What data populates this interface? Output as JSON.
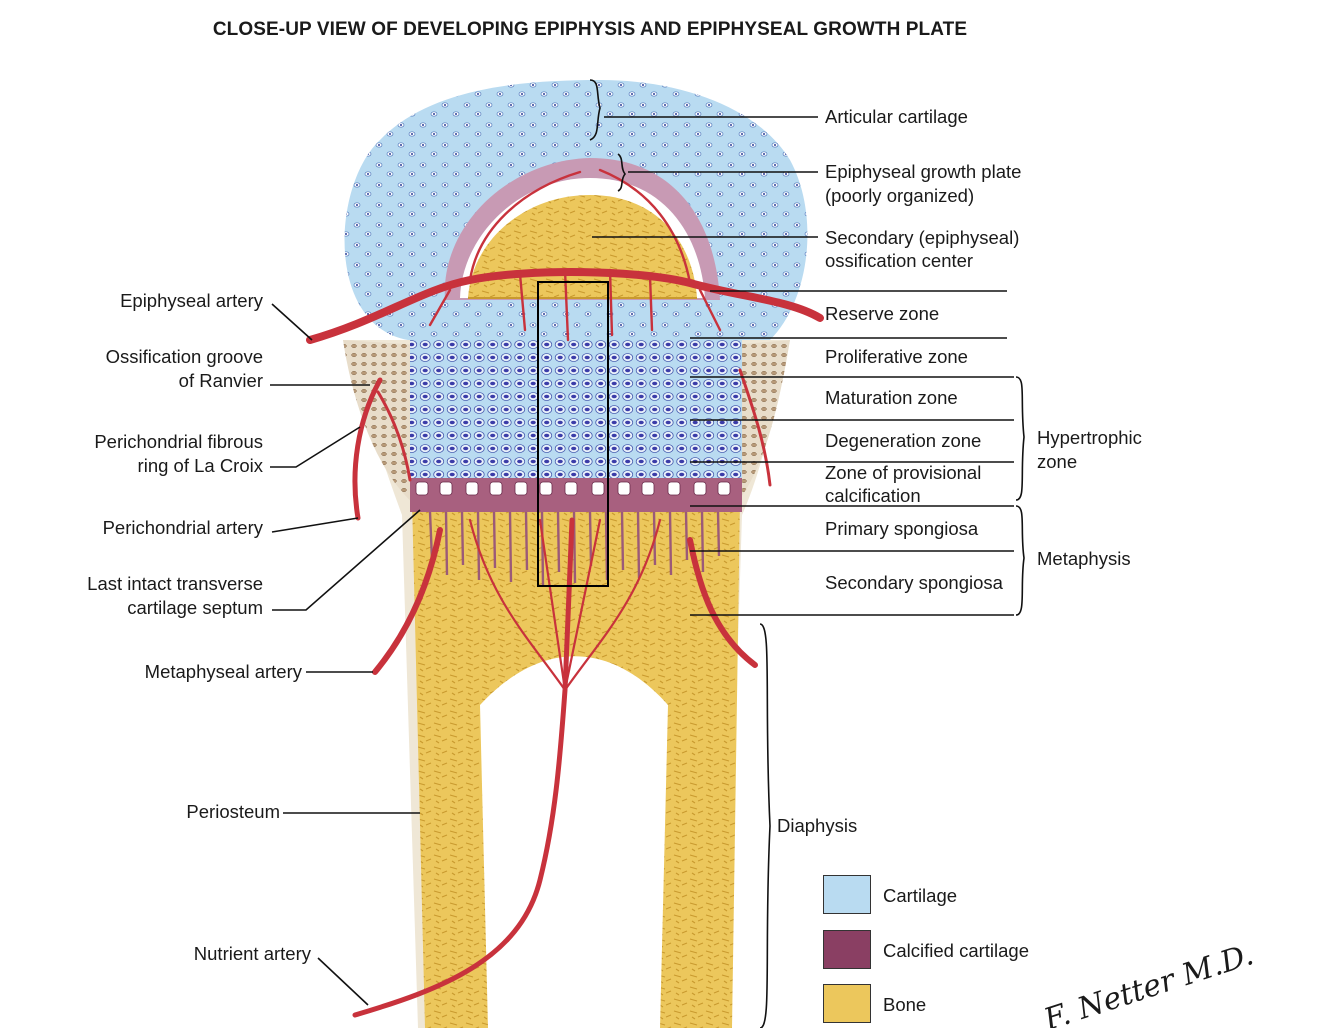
{
  "title": "CLOSE-UP VIEW OF DEVELOPING EPIPHYSIS AND EPIPHYSEAL GROWTH PLATE",
  "labels": {
    "articular_cartilage": "Articular cartilage",
    "growth_plate_line1": "Epiphyseal growth plate",
    "growth_plate_line2": "(poorly organized)",
    "secondary_center_line1": "Secondary (epiphyseal)",
    "secondary_center_line2": "ossification center",
    "reserve_zone": "Reserve zone",
    "proliferative_zone": "Proliferative zone",
    "maturation_zone": "Maturation zone",
    "degeneration_zone": "Degeneration zone",
    "provisional_line1": "Zone of provisional",
    "provisional_line2": "calcification",
    "primary_spongiosa": "Primary spongiosa",
    "secondary_spongiosa": "Secondary spongiosa",
    "hypertrophic_line1": "Hypertrophic",
    "hypertrophic_line2": "zone",
    "metaphysis": "Metaphysis",
    "diaphysis": "Diaphysis",
    "epiphyseal_artery": "Epiphyseal artery",
    "ossification_groove_line1": "Ossification groove",
    "ossification_groove_line2": "of Ranvier",
    "perichondrial_ring_line1": "Perichondrial fibrous",
    "perichondrial_ring_line2": "ring of La Croix",
    "perichondrial_artery": "Perichondrial artery",
    "last_septum_line1": "Last intact transverse",
    "last_septum_line2": "cartilage septum",
    "metaphyseal_artery": "Metaphyseal artery",
    "periosteum": "Periosteum",
    "nutrient_artery": "Nutrient artery"
  },
  "legend": [
    {
      "label": "Cartilage",
      "color": "#b9dbf1"
    },
    {
      "label": "Calcified cartilage",
      "color": "#8a3f63"
    },
    {
      "label": "Bone",
      "color": "#ecc75c"
    }
  ],
  "colors": {
    "cartilage": "#b9dbf1",
    "calcified_cartilage": "#a8607f",
    "bone": "#ecc75c",
    "artery": "#c8323c",
    "leader_line": "#111111"
  },
  "signature": "F. Netter M.D."
}
